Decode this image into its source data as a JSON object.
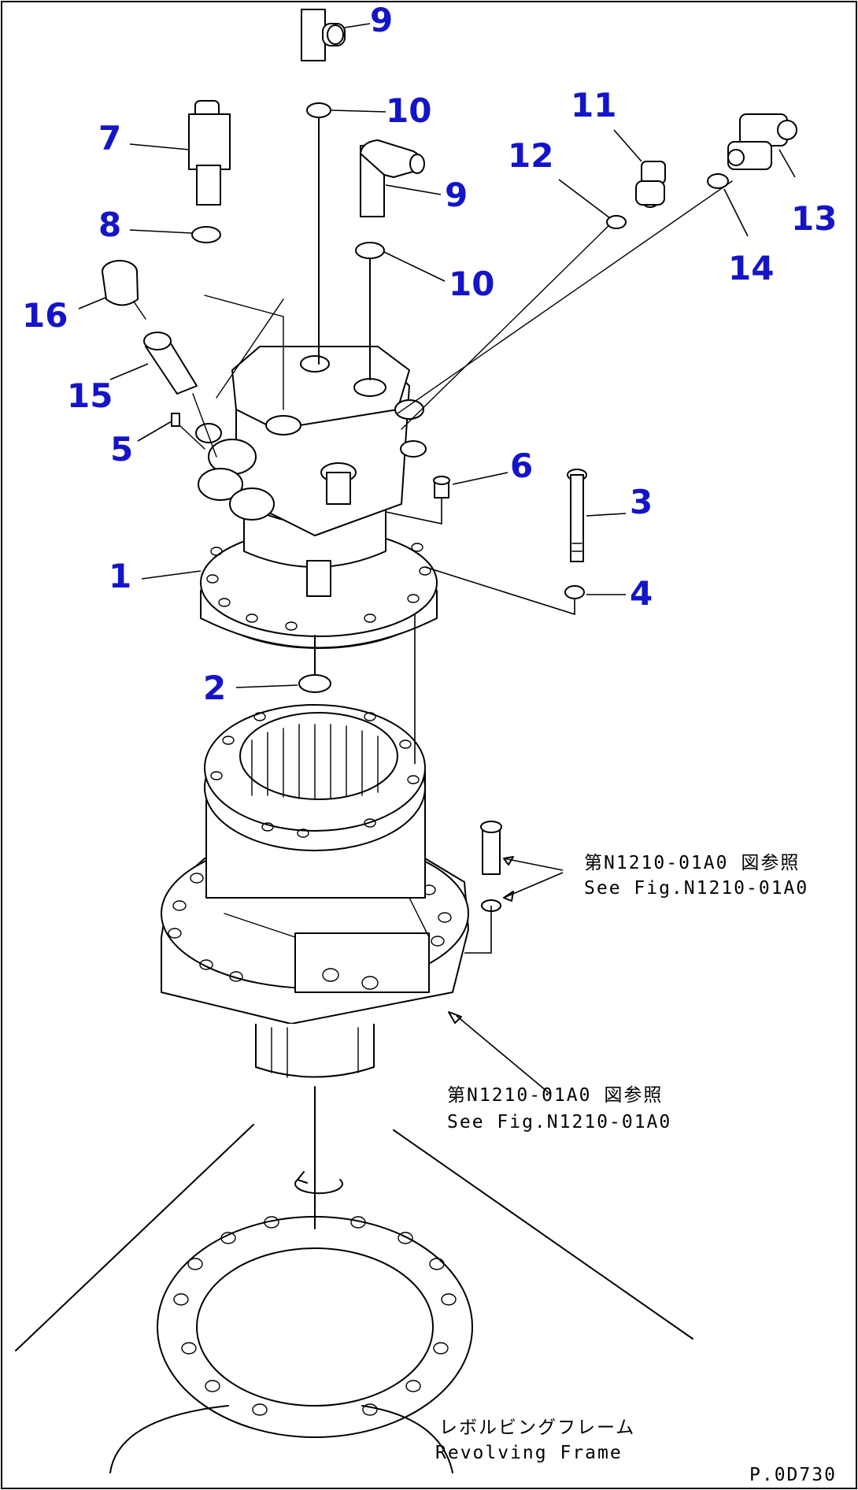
{
  "callouts": [
    "1",
    "2",
    "3",
    "4",
    "5",
    "6",
    "7",
    "8",
    "9",
    "9",
    "10",
    "10",
    "11",
    "12",
    "13",
    "14",
    "15",
    "16"
  ],
  "notes": {
    "reducer_ref_jp": "第N1210-01A0 図参照",
    "reducer_ref_en": "See Fig.N1210-01A0",
    "lower_ref_jp": "第N1210-01A0 図参照",
    "lower_ref_en": "See Fig.N1210-01A0",
    "frame_jp": "レボルビングフレーム",
    "frame_en": "Revolving Frame",
    "drawing_id": "P.0D730"
  },
  "colors": {
    "callout": "#1414c8",
    "line": "#000000",
    "background": "#ffffff"
  }
}
